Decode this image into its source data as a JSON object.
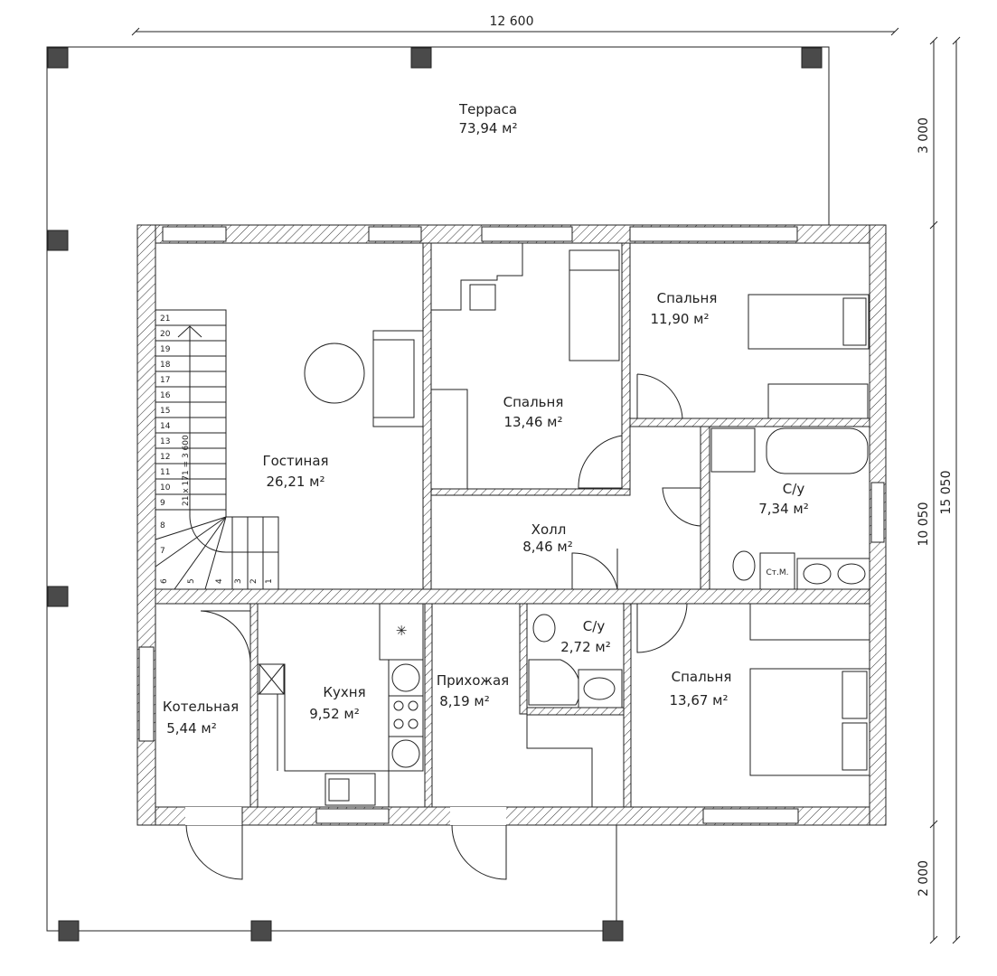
{
  "plan": {
    "dimensions": {
      "width_total": "12 600",
      "terrace_depth": "3 000",
      "house_depth": "10 050",
      "porch_depth": "2 000",
      "total_depth": "15 050"
    },
    "rooms": [
      {
        "id": "terrace",
        "name": "Терраса",
        "area": "73,94 м²"
      },
      {
        "id": "living",
        "name": "Гостиная",
        "area": "26,21 м²"
      },
      {
        "id": "bedroom-1",
        "name": "Спальня",
        "area": "13,46 м²"
      },
      {
        "id": "bedroom-2",
        "name": "Спальня",
        "area": "11,90 м²"
      },
      {
        "id": "bathroom-1",
        "name": "С/у",
        "area": "7,34 м²"
      },
      {
        "id": "hall",
        "name": "Холл",
        "area": "8,46 м²"
      },
      {
        "id": "bathroom-2",
        "name": "С/у",
        "area": "2,72 м²"
      },
      {
        "id": "bedroom-3",
        "name": "Спальня",
        "area": "13,67 м²"
      },
      {
        "id": "boiler",
        "name": "Котельная",
        "area": "5,44 м²"
      },
      {
        "id": "kitchen",
        "name": "Кухня",
        "area": "9,52 м²"
      },
      {
        "id": "entrance",
        "name": "Прихожая",
        "area": "8,19 м²"
      }
    ],
    "stair": {
      "note": "21 x 171 = 3 600",
      "steps": [
        "1",
        "2",
        "3",
        "4",
        "5",
        "6",
        "7",
        "8",
        "9",
        "10",
        "11",
        "12",
        "13",
        "14",
        "15",
        "16",
        "17",
        "18",
        "19",
        "20",
        "21"
      ]
    },
    "washer_label": "Ст.М."
  }
}
